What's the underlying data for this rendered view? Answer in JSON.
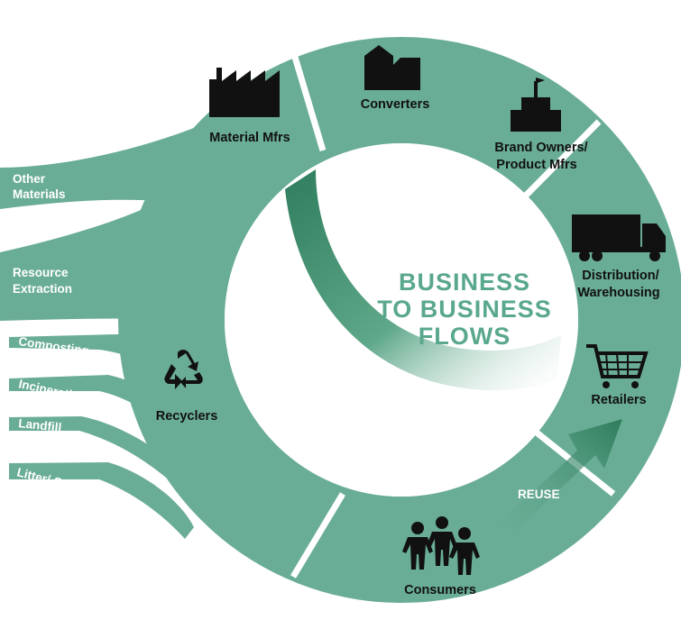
{
  "colors": {
    "ring": "#6aad96",
    "ring_dark": "#3f8a6f",
    "arrow_dark": "#2e7d5c",
    "center_text": "#5aa88c",
    "icon": "#111111",
    "gap": "#ffffff"
  },
  "center": {
    "line1": "BUSINESS",
    "line2": "TO BUSINESS",
    "line3": "FLOWS"
  },
  "nodes": {
    "material_mfrs": {
      "label": "Material Mfrs",
      "icon": "factory-icon"
    },
    "converters": {
      "label": "Converters",
      "icon": "building-icon"
    },
    "brand_owners": {
      "line1": "Brand Owners/",
      "line2": "Product Mfrs",
      "icon": "headquarters-icon"
    },
    "distribution": {
      "line1": "Distribution/",
      "line2": "Warehousing",
      "icon": "truck-icon"
    },
    "retailers": {
      "label": "Retailers",
      "icon": "shopping-cart-icon"
    },
    "consumers": {
      "label": "Consumers",
      "icon": "people-icon"
    },
    "recyclers": {
      "label": "Recyclers",
      "icon": "recycle-icon"
    }
  },
  "reuse_label": "REUSE",
  "inputs": {
    "other_materials": {
      "line1": "Other",
      "line2": "Materials"
    },
    "resource_extraction": {
      "line1": "Resource",
      "line2": "Extraction"
    }
  },
  "outputs": {
    "composting": "Composting",
    "incineration": "Incineration/WTE",
    "landfill": "Landfill",
    "litter": "Litter/ Open Burning"
  }
}
